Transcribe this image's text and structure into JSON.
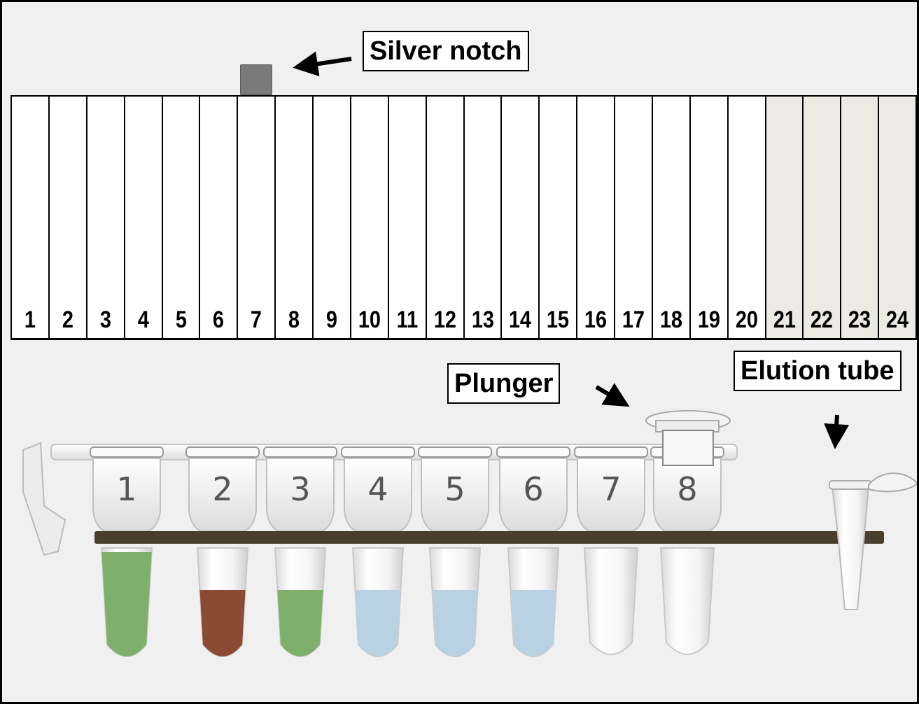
{
  "labels": {
    "silver_notch": "Silver notch",
    "plunger": "Plunger",
    "elution_tube": "Elution tube"
  },
  "rack_positions": [
    "1",
    "2",
    "3",
    "4",
    "5",
    "6",
    "7",
    "8",
    "9",
    "10",
    "11",
    "12",
    "13",
    "14",
    "15",
    "16",
    "17",
    "18",
    "19",
    "20",
    "21",
    "22",
    "23",
    "24"
  ],
  "shaded_positions": [
    "21",
    "22",
    "23",
    "24"
  ],
  "strip_wells": [
    "1",
    "2",
    "3",
    "4",
    "5",
    "6",
    "7",
    "8"
  ],
  "well_fill_colors": {
    "1": "#7fb06b",
    "2": "#8a4a34",
    "3": "#7fb06b",
    "4": "#b9d2e3",
    "5": "#b9d2e3",
    "6": "#b9d2e3"
  },
  "colors": {
    "shaded": "#ecebe3",
    "notch": "#7a7a7a",
    "bar": "#4a3f2c"
  }
}
